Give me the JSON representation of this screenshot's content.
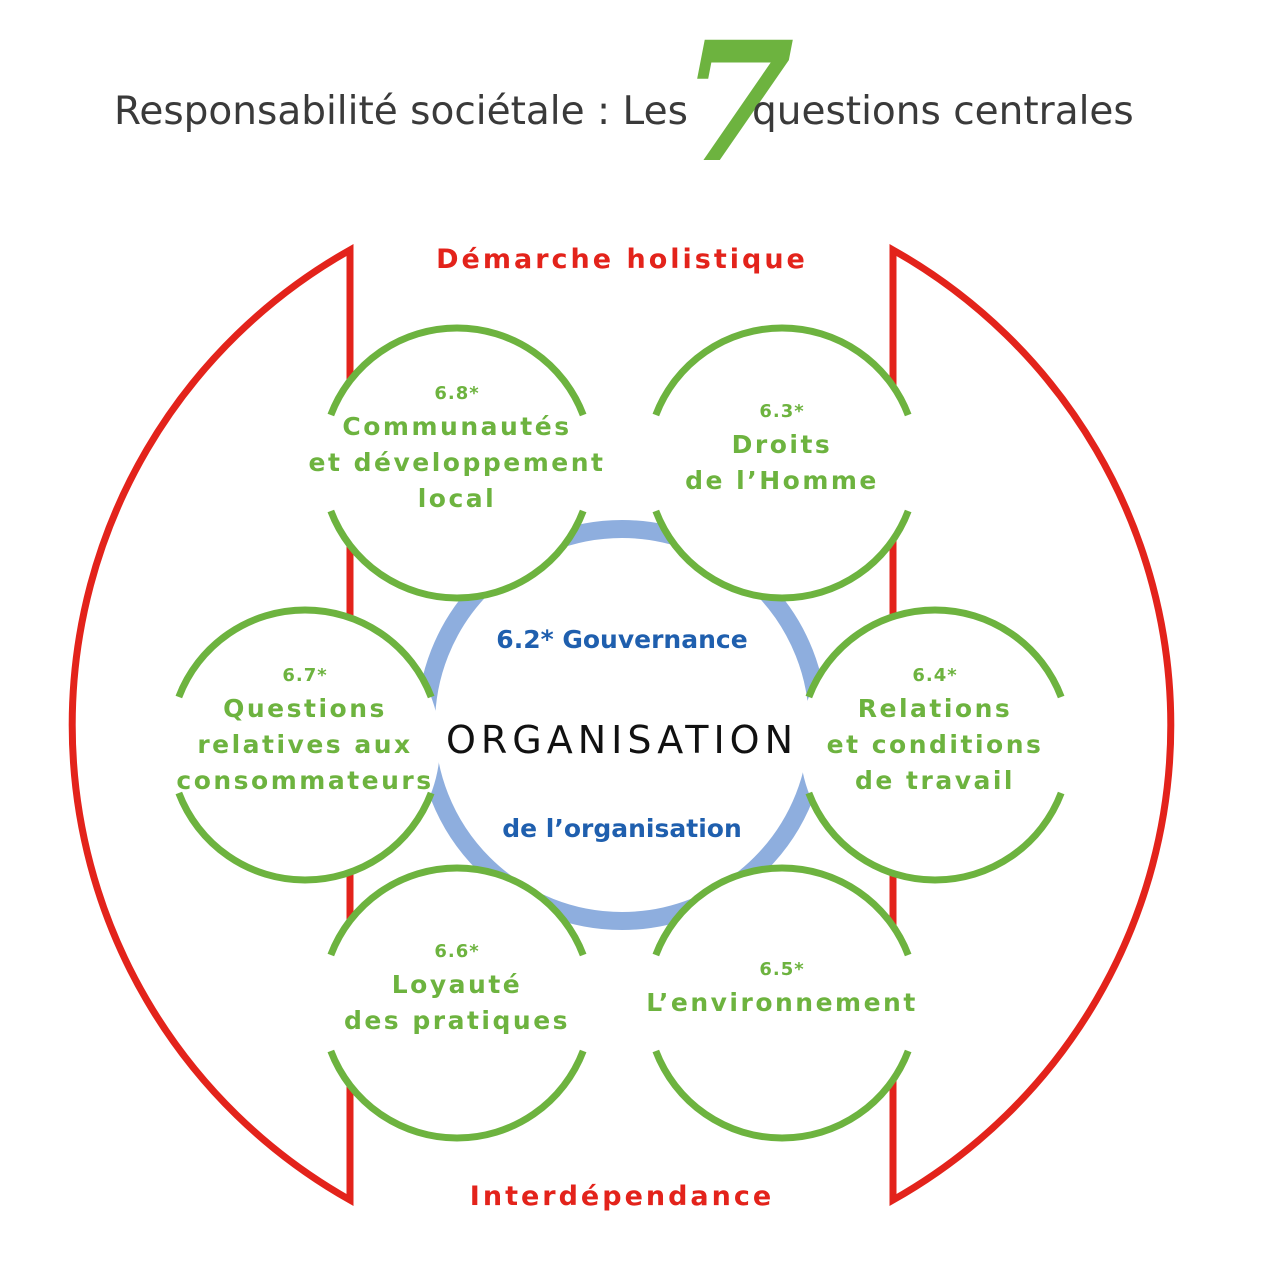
{
  "title": {
    "before": "Responsabilité sociétale : Les",
    "number": "7",
    "after": "questions centrales"
  },
  "outer": {
    "top": "Démarche holistique",
    "bottom": "Interdépendance"
  },
  "center": {
    "name": "ORGANISATION",
    "governance_line1": "6.2* Gouvernance",
    "governance_line2": "de l’organisation"
  },
  "questions": [
    {
      "num": "6.8*",
      "lines": [
        "Communautés",
        "et développement",
        "local"
      ]
    },
    {
      "num": "6.3*",
      "lines": [
        "Droits",
        "de l’Homme"
      ]
    },
    {
      "num": "6.7*",
      "lines": [
        "Questions",
        "relatives aux",
        "consommateurs"
      ]
    },
    {
      "num": "6.4*",
      "lines": [
        "Relations",
        "et conditions",
        "de travail"
      ]
    },
    {
      "num": "6.6*",
      "lines": [
        "Loyauté",
        "des pratiques"
      ]
    },
    {
      "num": "6.5*",
      "lines": [
        "L’environnement"
      ]
    }
  ],
  "colors": {
    "green": "#6db33f",
    "red": "#e3231b",
    "blue_ring": "#8eaede",
    "blue_text": "#1f5fae",
    "title": "#3a3a3a"
  }
}
